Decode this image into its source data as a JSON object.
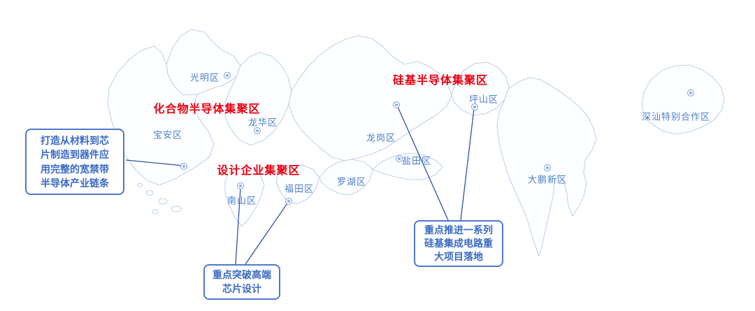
{
  "colors": {
    "district_label": "#4d80ca",
    "cluster_label": "#e60012",
    "callout_blue": "#3a6ac4",
    "map_outline": "#c0d2ee",
    "connector_line": "#2f55a8"
  },
  "districts": [
    {
      "name": "光明区"
    },
    {
      "name": "宝安区"
    },
    {
      "name": "龙华区"
    },
    {
      "name": "龙岗区"
    },
    {
      "name": "坪山区"
    },
    {
      "name": "盐田区"
    },
    {
      "name": "罗湖区"
    },
    {
      "name": "福田区"
    },
    {
      "name": "南山区"
    },
    {
      "name": "大鹏新区"
    },
    {
      "name": "深汕特别合作区"
    }
  ],
  "clusters": [
    {
      "label": "化合物半导体集聚区"
    },
    {
      "label": "硅基半导体集聚区"
    },
    {
      "label": "设计企业集聚区"
    }
  ],
  "callouts": [
    {
      "text": "打造从材料到芯片制造到器件应用完整的宽禁带半导体产业链条"
    },
    {
      "text": "重点突破高端芯片设计"
    },
    {
      "text": "重点推进一系列硅基集成电路重大项目落地"
    }
  ]
}
